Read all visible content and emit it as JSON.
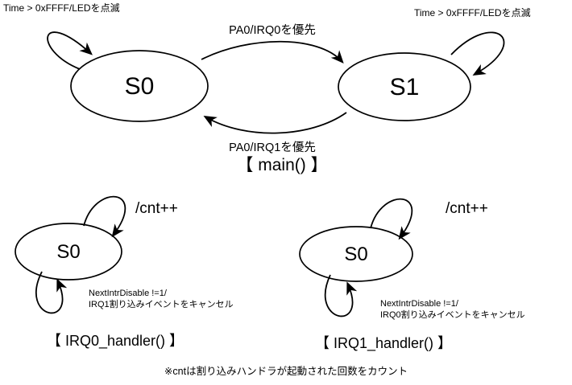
{
  "page": {
    "background_color": "#ffffff",
    "ink_color": "#000000"
  },
  "main_diagram": {
    "caption": "【 main() 】",
    "states": {
      "s0": "S0",
      "s1": "S1"
    },
    "s0_self_loop_label": "Time > 0xFFFF/LEDを点滅",
    "s1_self_loop_label": "Time > 0xFFFF/LEDを点滅",
    "s0_to_s1_label": "PA0/IRQ0を優先",
    "s1_to_s0_label": "PA0/IRQ1を優先"
  },
  "irq0_handler_diagram": {
    "caption": "【 IRQ0_handler() 】",
    "state": "S0",
    "count_loop_label": "/cnt++",
    "cancel_loop_label_line1": "NextIntrDisable !=1/",
    "cancel_loop_label_line2": "IRQ1割り込みイベントをキャンセル"
  },
  "irq1_handler_diagram": {
    "caption": "【 IRQ1_handler() 】",
    "state": "S0",
    "count_loop_label": "/cnt++",
    "cancel_loop_label_line1": "NextIntrDisable !=1/",
    "cancel_loop_label_line2": "IRQ0割り込みイベントをキャンセル"
  },
  "footnote": "※cntは割り込みハンドラが起動された回数をカウント"
}
